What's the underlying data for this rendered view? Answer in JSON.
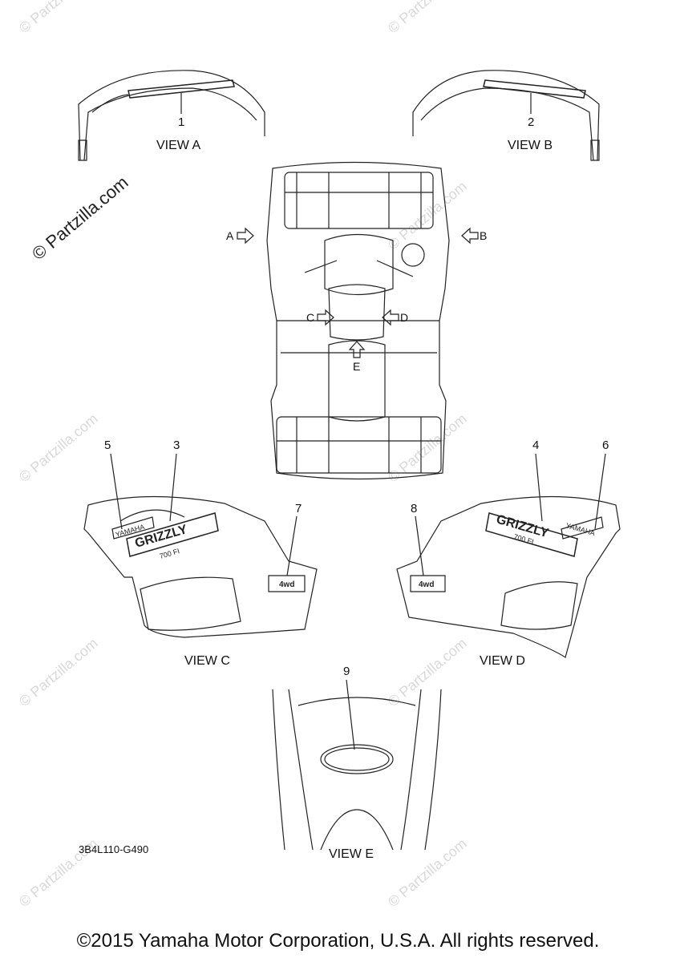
{
  "watermark_main": "© Partzilla.com",
  "watermark_faint": "© Partzilla.com",
  "views": {
    "a": "VIEW A",
    "b": "VIEW B",
    "c": "VIEW C",
    "d": "VIEW D",
    "e": "VIEW E"
  },
  "arrows": {
    "a": "A",
    "b": "B",
    "c": "C",
    "d": "D",
    "e": "E"
  },
  "callouts": [
    "1",
    "2",
    "3",
    "4",
    "5",
    "6",
    "7",
    "8",
    "9"
  ],
  "decal_text": {
    "grizzly": "GRIZZLY",
    "model": "700 FI",
    "yamaha": "YAMAHA",
    "badge": "4wd"
  },
  "part_code": "3B4L110-G490",
  "copyright": "©2015 Yamaha Motor Corporation, U.S.A. All rights reserved."
}
